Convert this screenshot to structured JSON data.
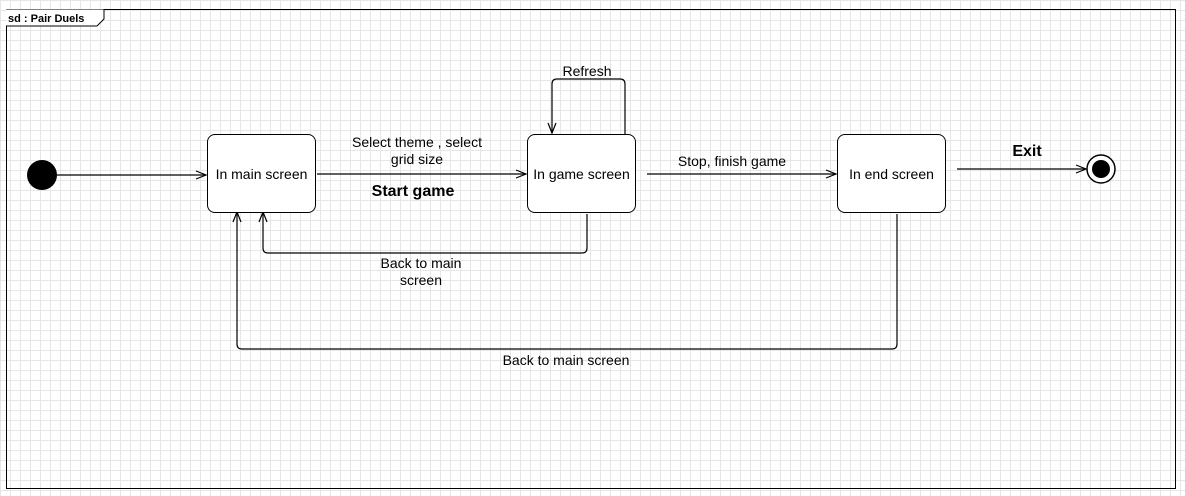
{
  "frame": {
    "label": "sd : Pair Duels"
  },
  "states": {
    "main": "In main screen",
    "game": "In game screen",
    "end": "In end screen"
  },
  "transitions": {
    "select_line1": "Select theme , select",
    "select_line2": "grid size",
    "start_game": "Start game",
    "refresh": "Refresh",
    "stop_finish": "Stop, finish game",
    "exit": "Exit",
    "back_game_line1": "Back to main",
    "back_game_line2": "screen",
    "back_end": "Back to main screen"
  }
}
